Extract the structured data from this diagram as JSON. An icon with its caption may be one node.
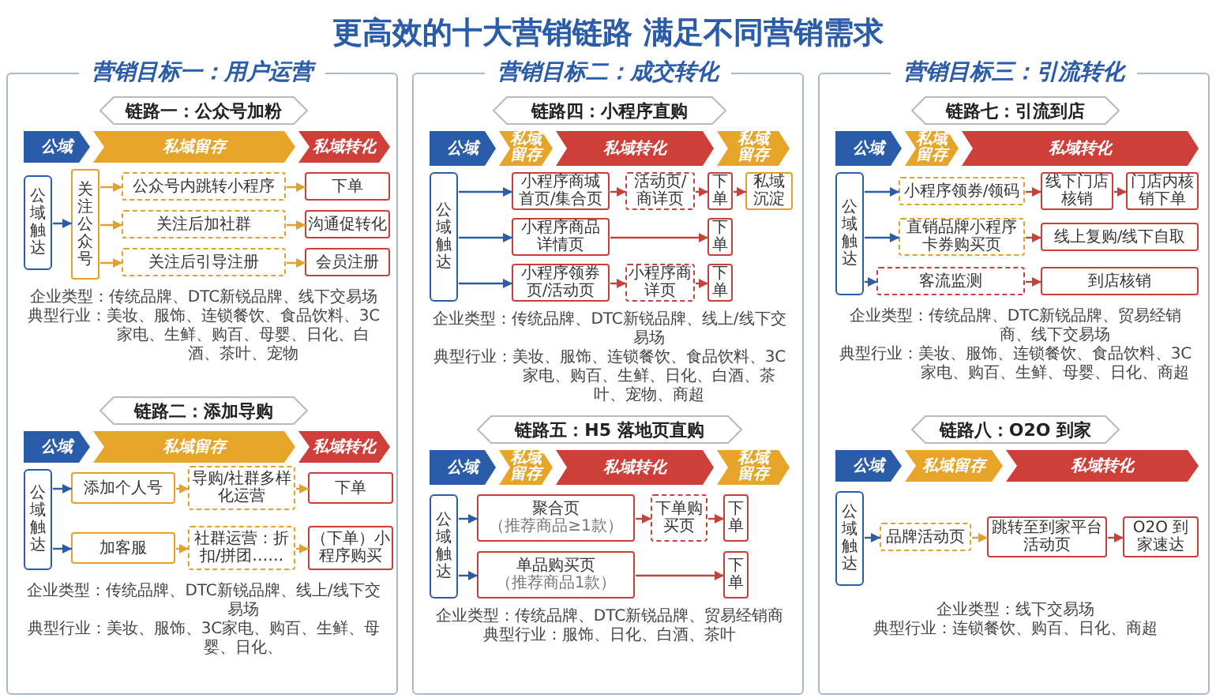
{
  "diagram": {
    "title": "更高效的十大营销链路 满足不同营销需求",
    "nodes": [
      {
        "text": [
          "营销目标一：用户运营"
        ]
      },
      {
        "text": [
          "链路一：公众号加粉"
        ],
        "in": 0
      },
      {
        "text": [
          "公域"
        ],
        "in": 0
      },
      {
        "text": [
          "私域留存"
        ],
        "in": 0
      },
      {
        "text": [
          "私域转化"
        ],
        "in": 0
      },
      {
        "text": [
          "公域触达"
        ],
        "in": 0
      },
      {
        "text": [
          "关注公众号"
        ],
        "in": 0
      },
      {
        "text": [
          "公众号内跳转小程序"
        ],
        "in": 0
      },
      {
        "text": [
          "关注后加社群"
        ],
        "in": 0
      },
      {
        "text": [
          "关注后引导注册"
        ],
        "in": 0
      },
      {
        "text": [
          "下单"
        ],
        "in": 0
      },
      {
        "text": [
          "沟通促转化"
        ],
        "in": 0
      },
      {
        "text": [
          "会员注册"
        ],
        "in": 0
      },
      {
        "text": [
          "链路二：添加导购"
        ],
        "in": 0
      },
      {
        "text": [
          "公域"
        ],
        "in": 0
      },
      {
        "text": [
          "私域留存"
        ],
        "in": 0
      },
      {
        "text": [
          "私域转化"
        ],
        "in": 0
      },
      {
        "text": [
          "公域触达"
        ],
        "in": 0
      },
      {
        "text": [
          "添加个人号"
        ],
        "in": 0
      },
      {
        "text": [
          "导购/社群多样化运营"
        ],
        "in": 0
      },
      {
        "text": [
          "下单"
        ],
        "in": 0
      },
      {
        "text": [
          "加客服"
        ],
        "in": 0
      },
      {
        "text": [
          "社群运营：折扣/拼团……"
        ],
        "in": 0
      },
      {
        "text": [
          "（下单）小程序购买"
        ],
        "in": 0
      },
      {
        "text": [
          "营销目标二：成交转化"
        ]
      },
      {
        "text": [
          "链路四：小程序直购"
        ],
        "in": 24
      },
      {
        "text": [
          "公域"
        ],
        "in": 24
      },
      {
        "text": [
          "私域留存"
        ],
        "in": 24
      },
      {
        "text": [
          "私域转化"
        ],
        "in": 24
      },
      {
        "text": [
          "私域留存"
        ],
        "in": 24
      },
      {
        "text": [
          "公域触达"
        ],
        "in": 24
      },
      {
        "text": [
          "小程序商城首页/集合页"
        ],
        "in": 24
      },
      {
        "text": [
          "活动页/商详页"
        ],
        "in": 24
      },
      {
        "text": [
          "下单"
        ],
        "in": 24
      },
      {
        "text": [
          "私域沉淀"
        ],
        "in": 24
      },
      {
        "text": [
          "小程序商品详情页"
        ],
        "in": 24
      },
      {
        "text": [
          "下单"
        ],
        "in": 24
      },
      {
        "text": [
          "小程序领券页/活动页"
        ],
        "in": 24
      },
      {
        "text": [
          "小程序商详页"
        ],
        "in": 24
      },
      {
        "text": [
          "下单"
        ],
        "in": 24
      },
      {
        "text": [
          "链路五：H5 落地页直购"
        ],
        "in": 24
      },
      {
        "text": [
          "公域"
        ],
        "in": 24
      },
      {
        "text": [
          "私域留存"
        ],
        "in": 24
      },
      {
        "text": [
          "私域转化"
        ],
        "in": 24
      },
      {
        "text": [
          "私域留存"
        ],
        "in": 24
      },
      {
        "text": [
          "公域触达"
        ],
        "in": 24
      },
      {
        "text": [
          "聚合页",
          "（推荐商品≥1款）"
        ],
        "in": 24
      },
      {
        "text": [
          "下单购买页"
        ],
        "in": 24
      },
      {
        "text": [
          "下单"
        ],
        "in": 24
      },
      {
        "text": [
          "单品购买页",
          "（推荐商品1款）"
        ],
        "in": 24
      },
      {
        "text": [
          "下单"
        ],
        "in": 24
      },
      {
        "text": [
          "营销目标三：引流转化"
        ]
      },
      {
        "text": [
          "链路七：引流到店"
        ],
        "in": 51
      },
      {
        "text": [
          "公域"
        ],
        "in": 51
      },
      {
        "text": [
          "私域留存"
        ],
        "in": 51
      },
      {
        "text": [
          "私域转化"
        ],
        "in": 51
      },
      {
        "text": [
          "公域触达"
        ],
        "in": 51
      },
      {
        "text": [
          "小程序领券/领码"
        ],
        "in": 51
      },
      {
        "text": [
          "线下门店核销"
        ],
        "in": 51
      },
      {
        "text": [
          "门店内核销下单"
        ],
        "in": 51
      },
      {
        "text": [
          "直销品牌小程序卡券购买页"
        ],
        "in": 51
      },
      {
        "text": [
          "线上复购/线下自取"
        ],
        "in": 51
      },
      {
        "text": [
          "客流监测"
        ],
        "in": 51
      },
      {
        "text": [
          "到店核销"
        ],
        "in": 51
      },
      {
        "text": [
          "链路八：O2O 到家"
        ],
        "in": 51
      },
      {
        "text": [
          "公域"
        ],
        "in": 51
      },
      {
        "text": [
          "私域留存"
        ],
        "in": 51
      },
      {
        "text": [
          "私域转化"
        ],
        "in": 51
      },
      {
        "text": [
          "公域触达"
        ],
        "in": 51
      },
      {
        "text": [
          "品牌活动页"
        ],
        "in": 51
      },
      {
        "text": [
          "跳转至到家平台活动页"
        ],
        "in": 51
      },
      {
        "text": [
          "O2O 到家速达"
        ],
        "in": 51
      }
    ],
    "edges": [
      {
        "from": 5,
        "to": 6,
        "arrow": "to",
        "color": "#2a5caa"
      },
      {
        "from": 6,
        "to": 7,
        "arrow": "to",
        "color": "#e3a12a"
      },
      {
        "from": 6,
        "to": 8,
        "arrow": "to",
        "color": "#e3a12a"
      },
      {
        "from": 6,
        "to": 9,
        "arrow": "to",
        "color": "#e3a12a"
      },
      {
        "from": 7,
        "to": 10,
        "arrow": "to",
        "color": "#e3a12a"
      },
      {
        "from": 8,
        "to": 11,
        "arrow": "to",
        "color": "#e3a12a"
      },
      {
        "from": 9,
        "to": 12,
        "arrow": "to",
        "color": "#e3a12a"
      },
      {
        "from": 17,
        "to": 18,
        "arrow": "to",
        "color": "#2a5caa"
      },
      {
        "from": 17,
        "to": 21,
        "arrow": "to",
        "color": "#2a5caa"
      },
      {
        "from": 18,
        "to": 19,
        "arrow": "to",
        "color": "#e3a12a"
      },
      {
        "from": 19,
        "to": 20,
        "arrow": "to",
        "color": "#e3a12a"
      },
      {
        "from": 21,
        "to": 22,
        "arrow": "to",
        "color": "#e3a12a"
      },
      {
        "from": 22,
        "to": 23,
        "arrow": "to",
        "color": "#e3a12a"
      },
      {
        "from": 30,
        "to": 31,
        "arrow": "to",
        "color": "#2a5caa"
      },
      {
        "from": 30,
        "to": 35,
        "arrow": "to",
        "color": "#2a5caa"
      },
      {
        "from": 30,
        "to": 37,
        "arrow": "to",
        "color": "#2a5caa"
      },
      {
        "from": 31,
        "to": 32,
        "arrow": "to"
      },
      {
        "from": 32,
        "to": 33,
        "arrow": "to"
      },
      {
        "from": 33,
        "to": 34,
        "arrow": "to"
      },
      {
        "from": 35,
        "to": 36,
        "arrow": "to"
      },
      {
        "from": 37,
        "to": 38,
        "arrow": "to"
      },
      {
        "from": 38,
        "to": 39,
        "arrow": "to"
      },
      {
        "from": 45,
        "to": 46,
        "arrow": "to",
        "color": "#2a5caa"
      },
      {
        "from": 45,
        "to": 49,
        "arrow": "to",
        "color": "#2a5caa"
      },
      {
        "from": 46,
        "to": 47,
        "arrow": "to"
      },
      {
        "from": 47,
        "to": 48,
        "arrow": "to"
      },
      {
        "from": 49,
        "to": 50,
        "arrow": "to"
      },
      {
        "from": 56,
        "to": 57,
        "arrow": "to",
        "color": "#2a5caa"
      },
      {
        "from": 56,
        "to": 60,
        "arrow": "to",
        "color": "#2a5caa"
      },
      {
        "from": 56,
        "to": 62,
        "arrow": "to",
        "color": "#2a5caa"
      },
      {
        "from": 57,
        "to": 58,
        "arrow": "to"
      },
      {
        "from": 58,
        "to": 59,
        "arrow": "to"
      },
      {
        "from": 60,
        "to": 61,
        "arrow": "to"
      },
      {
        "from": 62,
        "to": 63,
        "arrow": "to"
      },
      {
        "from": 68,
        "to": 69,
        "arrow": "to",
        "color": "#2a5caa"
      },
      {
        "from": 69,
        "to": 70,
        "arrow": "to",
        "color": "#e3a12a"
      },
      {
        "from": 70,
        "to": 71,
        "arrow": "to"
      }
    ],
    "labels": [
      "企业类型：传统品牌、DTC新锐品牌、线下交易场",
      "典型行业：美妆、服饰、连锁餐饮、食品饮料、3C家电、生鲜、购百、母婴、日化、白酒、茶叶、宠物",
      "企业类型：传统品牌、DTC新锐品牌、线上/线下交易场",
      "典型行业：美妆、服饰、3C家电、购百、生鲜、母婴、日化、",
      "企业类型：传统品牌、DTC新锐品牌、线上/线下交易场",
      "典型行业：美妆、服饰、连锁餐饮、食品饮料、3C家电、购百、生鲜、日化、白酒、茶叶、宠物、商超",
      "企业类型：传统品牌、DTC新锐品牌、贸易经销商",
      "典型行业：服饰、日化、白酒、茶叶",
      "企业类型：传统品牌、DTC新锐品牌、贸易经销商、线下交易场",
      "典型行业：美妆、服饰、连锁餐饮、食品饮料、3C家电、购百、生鲜、母婴、日化、商超",
      "企业类型：线下交易场",
      "典型行业：连锁餐饮、购百、日化、商超"
    ]
  }
}
